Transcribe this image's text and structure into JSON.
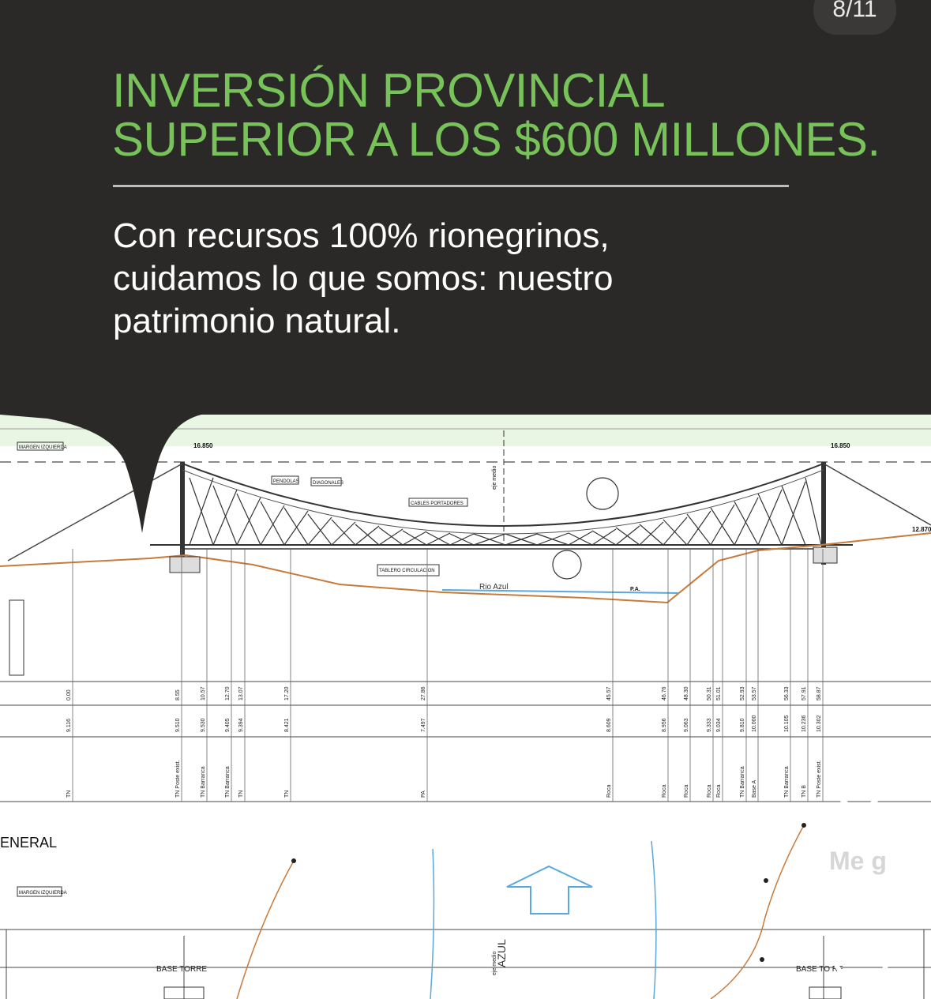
{
  "post": {
    "counter": "8/11",
    "headline": [
      "INVERSIÓN PROVINCIAL",
      "SUPERIOR A LOS $600 MILLONES."
    ],
    "subtitle": [
      "Con recursos 100% rionegrinos,",
      "cuidamos lo que somos: nuestro",
      "patrimonio natural."
    ]
  },
  "drawing": {
    "labels": {
      "rio": "Rio Azul",
      "general": "ENERAL",
      "azul": "AZUL",
      "base_torre_left": "BASE TORRE",
      "base_torre_right": "BASE TO  RE",
      "eje_medio": "eje medio",
      "eje_medio2": "eje medio",
      "margen_izq": "MARGEN IZQUIERDA",
      "margen_izq2": "MARGEN IZQUIERDA",
      "pendolas": "PENDOLAS",
      "diagonales": "DIAGONALES",
      "cables": "CABLES PORTADORES",
      "tablero": "TABLERO CIRCULACION",
      "cota_left": "16.850",
      "cota_right": "16.850",
      "cota_far": "12.870",
      "pa": "P.A."
    },
    "profile_rows": {
      "dist": [
        "0.00",
        "8.55",
        "10.57",
        "12.70",
        "13.07",
        "17.20",
        "27.86",
        "45.57",
        "46.76",
        "48.30",
        "50.31",
        "51.01",
        "52.93",
        "53.57",
        "56.33",
        "57.91",
        "58.87"
      ],
      "cota": [
        "9.116",
        "9.510",
        "9.530",
        "9.405",
        "9.394",
        "8.421",
        "7.497",
        "8.609",
        "8.956",
        "9.063",
        "9.333",
        "9.034",
        "9.810",
        "10.000",
        "10.105",
        "10.236",
        "10.302"
      ],
      "desc": [
        "TN",
        "TN Poste exist.",
        "TN Barranca",
        "TN Barranca",
        "TN",
        "TN",
        "PA",
        "Roca",
        "Roca",
        "Roca",
        "Roca",
        "Roca",
        "TN Barranca",
        "Base A",
        "TN Barranca",
        "TN B",
        "TN Poste exist."
      ]
    }
  },
  "actions": {
    "like_label": "Me g",
    "colors": {
      "accent": "#78c25a",
      "background": "#2a2928",
      "water": "#5aa8dc",
      "terrain": "#c87a3a"
    },
    "icons": [
      "heart-icon",
      "comment-icon"
    ]
  }
}
